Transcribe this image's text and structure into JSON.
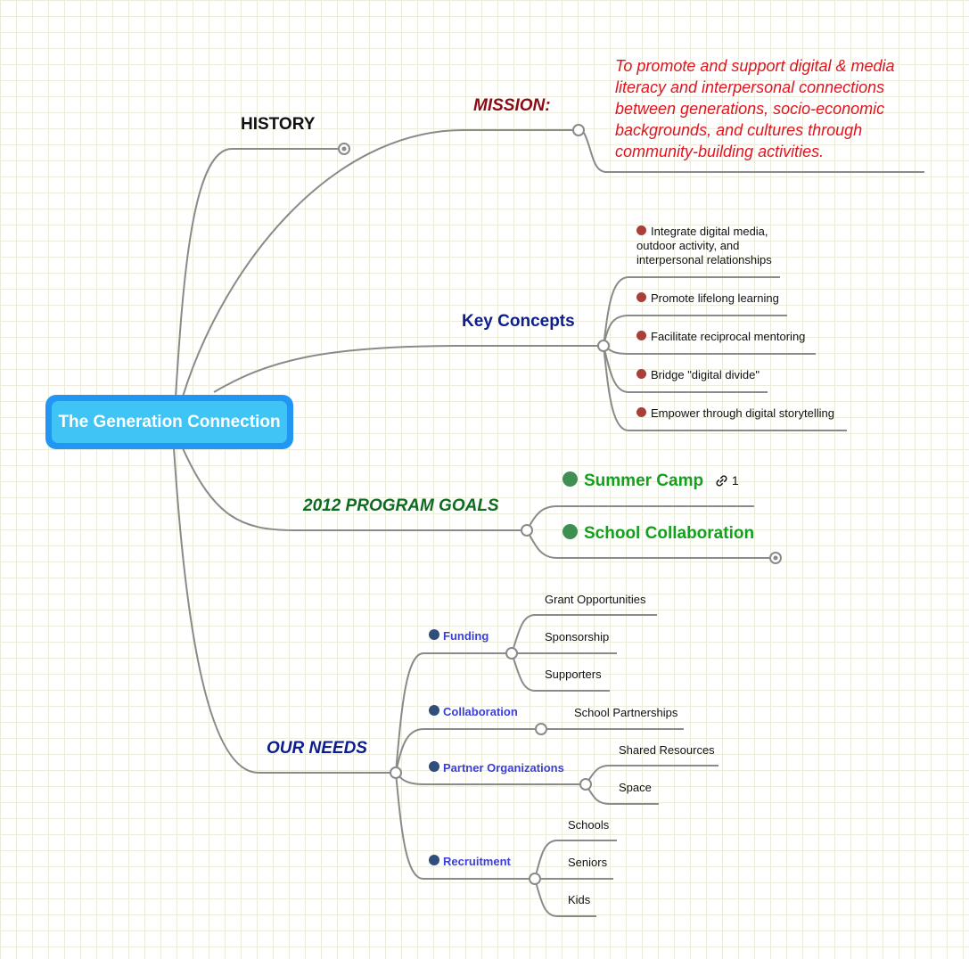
{
  "central": {
    "title": "The Generation Connection"
  },
  "history": {
    "label": "HISTORY"
  },
  "mission": {
    "label": "MISSION:",
    "text": "To promote and support digital & media literacy and interpersonal connections between generations, socio-economic backgrounds, and cultures through community-building activities."
  },
  "key_concepts": {
    "label": "Key Concepts",
    "items": [
      "Integrate digital media, outdoor activity, and interpersonal relationships",
      "Promote lifelong learning",
      "Facilitate reciprocal mentoring",
      "Bridge \"digital divide\"",
      "Empower through digital storytelling"
    ]
  },
  "goals": {
    "label": "2012 PROGRAM GOALS",
    "items": [
      "Summer Camp",
      "School Collaboration"
    ],
    "link_count": "1"
  },
  "needs": {
    "label": "OUR NEEDS",
    "funding": {
      "label": "Funding",
      "items": [
        "Grant Opportunities",
        "Sponsorship",
        "Supporters"
      ]
    },
    "collaboration": {
      "label": "Collaboration",
      "items": [
        "School Partnerships"
      ]
    },
    "partners": {
      "label": "Partner Organizations",
      "items": [
        "Shared Resources",
        "Space"
      ]
    },
    "recruitment": {
      "label": "Recruitment",
      "items": [
        "Schools",
        "Seniors",
        "Kids"
      ]
    }
  },
  "colors": {
    "connector": "#8a8a8a",
    "central_outer": "#2196f3",
    "central_inner": "#3fc4f5",
    "mission_text": "#e0141e",
    "concept_dot": "#a8403a",
    "goal_dot": "#3f8f52",
    "need_dot": "#2f4f7a"
  }
}
